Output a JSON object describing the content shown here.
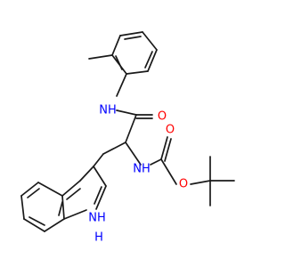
{
  "colors": {
    "bond": "#1a1a1a",
    "oxygen": "#ff0000",
    "nitrogen": "#0000ff"
  },
  "atoms": {
    "amide_nh": "NH",
    "amide_o": "O",
    "carbamate_nh": "NH",
    "carbonyl_o": "O",
    "ester_o": "O",
    "indole_nh": "NH",
    "indole_h": "H"
  }
}
